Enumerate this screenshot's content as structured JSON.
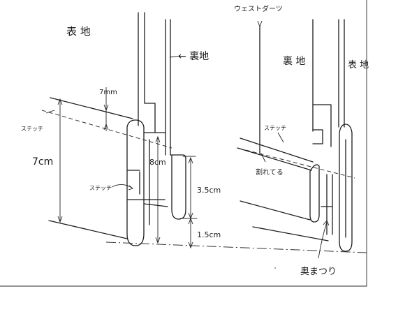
{
  "labels": {
    "omote_left": "表 地",
    "ura_left": "← 裏地",
    "waist_dart": "ウェストダーツ",
    "ura_right": "裏 地",
    "omote_right": "表 地",
    "stitch_left": "ステッチ",
    "stitch_inner": "ステッチ",
    "stitch_right": "ステッチ",
    "dim_7mm": "7mm",
    "dim_7cm": "7cm",
    "dim_8cm": "8cm",
    "dim_3_5cm": "3.5cm",
    "dim_1_5cm": "1.5cm",
    "wareteru": "割れてる",
    "oku_matsuri": "奥まつり"
  }
}
